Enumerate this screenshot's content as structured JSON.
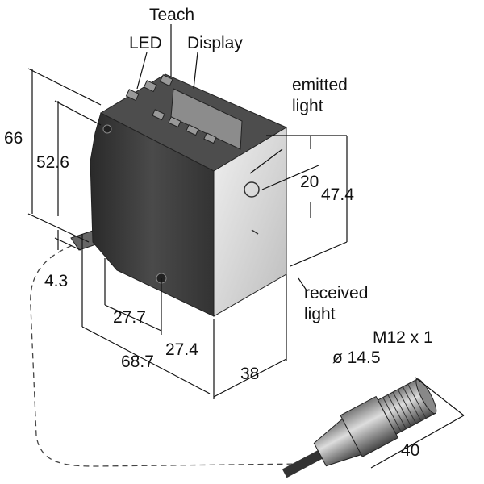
{
  "labels": {
    "teach": "Teach",
    "led": "LED",
    "display": "Display",
    "emitted_1": "emitted",
    "emitted_2": "light",
    "received_1": "received",
    "received_2": "light",
    "connector_thread": "M12 x 1",
    "connector_diameter": "ø 14.5"
  },
  "dimensions": {
    "height_total": "66",
    "height_body": "52.6",
    "emitter_offset": "20",
    "optics_height": "47.4",
    "mount_offset": "4.3",
    "depth_front": "27.7",
    "depth_rear": "27.4",
    "length_total": "68.7",
    "width": "38",
    "connector_length": "40"
  },
  "colors": {
    "body_dark": "#3a3a3a",
    "body_top": "#555555",
    "face_light": "#d8d8d8"
  }
}
